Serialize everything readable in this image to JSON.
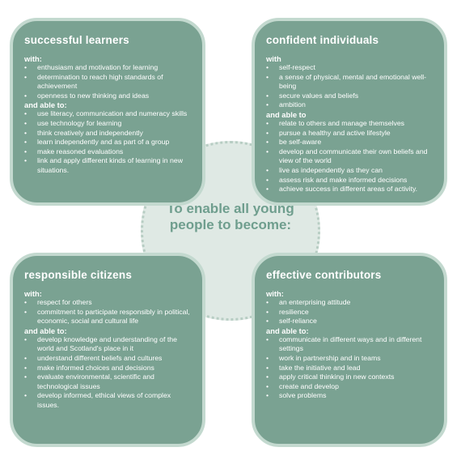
{
  "center_text": {
    "line1": "To enable all young",
    "line2": "people to become:"
  },
  "cards": {
    "successful_learners": {
      "title": "successful learners",
      "with_label": "with:",
      "with_items": [
        "enthusiasm and motivation for learning",
        "determination to reach high standards of achievement",
        "openness to new thinking and ideas"
      ],
      "able_label": "and able to:",
      "able_items": [
        "use literacy, communication and numeracy skills",
        "use technology for learning",
        "think creatively and independently",
        "learn independently and as part of a group",
        "make reasoned evaluations",
        "link and apply different kinds of learning in new situations."
      ]
    },
    "confident_individuals": {
      "title": "confident individuals",
      "with_label": "with",
      "with_items": [
        "self-respect",
        "a sense of physical, mental and emotional well-being",
        "secure values and beliefs",
        "ambition"
      ],
      "able_label": "and able to",
      "able_items": [
        "relate to others and manage themselves",
        "pursue a healthy and active lifestyle",
        "be self-aware",
        "develop and communicate their own beliefs and view of the world",
        "live as independently as they can",
        "assess risk and make informed decisions",
        "achieve success in different areas of activity."
      ]
    },
    "responsible_citizens": {
      "title": "responsible citizens",
      "with_label": "with:",
      "with_items": [
        "respect for others",
        "commitment to participate responsibly in political, economic, social and cultural life"
      ],
      "able_label": "and able to:",
      "able_items": [
        "develop knowledge and understanding of the world and Scotland's place in it",
        "understand different beliefs and cultures",
        "make informed choices and decisions",
        "evaluate environmental, scientific and technological issues",
        "develop informed, ethical views of complex issues."
      ]
    },
    "effective_contributors": {
      "title": "effective contributors",
      "with_label": "with:",
      "with_items": [
        "an enterprising attitude",
        "resilience",
        "self-reliance"
      ],
      "able_label": "and able to:",
      "able_items": [
        "communicate in different ways and in different settings",
        "work in partnership and in teams",
        "take the initiative and lead",
        "apply critical thinking in new contexts",
        "create and develop",
        "solve problems"
      ]
    }
  },
  "colors": {
    "card_fill": "#7aa292",
    "card_border": "#c3d9cf",
    "hub_text": "#6f9e8e",
    "hub_fill": "#dfe9e4"
  }
}
